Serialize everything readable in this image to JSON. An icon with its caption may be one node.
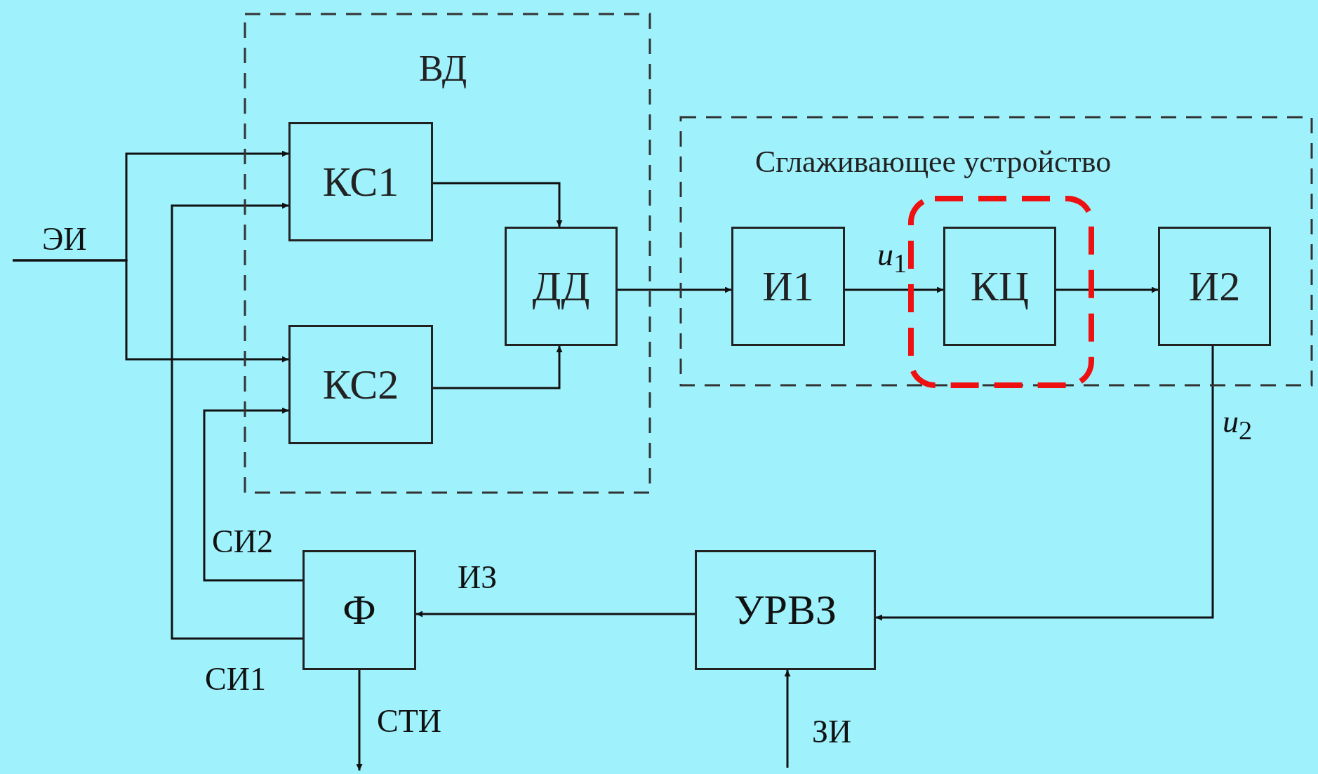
{
  "diagram": {
    "nodes": [
      {
        "text": [
          "ВД"
        ]
      },
      {
        "text": [
          "КС1"
        ],
        "in": 0
      },
      {
        "text": [
          "КС2"
        ],
        "in": 0
      },
      {
        "text": [
          "ДД"
        ],
        "in": 0
      },
      {
        "text": [
          "Сглаживающее устройство"
        ]
      },
      {
        "text": [
          "И1"
        ],
        "in": 4
      },
      {
        "text": [
          "КЦ"
        ],
        "in": 4
      },
      {
        "text": [
          "И2"
        ],
        "in": 4
      },
      {
        "text": [
          "Ф"
        ]
      },
      {
        "text": [
          "УРВЗ"
        ]
      }
    ],
    "edges": [
      {
        "from": null,
        "to": 1,
        "arrow": "to",
        "label": "ЭИ"
      },
      {
        "from": null,
        "to": 2,
        "arrow": "to"
      },
      {
        "from": 8,
        "to": 1,
        "arrow": "to",
        "label": "СИ1"
      },
      {
        "from": 8,
        "to": 2,
        "arrow": "to",
        "label": "СИ2"
      },
      {
        "from": 1,
        "to": 3,
        "arrow": "to"
      },
      {
        "from": 2,
        "to": 3,
        "arrow": "to"
      },
      {
        "from": 3,
        "to": 5,
        "arrow": "to"
      },
      {
        "from": 5,
        "to": 6,
        "arrow": "to",
        "label": "*u*$_{1}$"
      },
      {
        "from": 6,
        "to": 7,
        "arrow": "to"
      },
      {
        "from": 7,
        "to": 9,
        "arrow": "to",
        "label": "*u*$_{2}$"
      },
      {
        "from": 9,
        "to": 8,
        "arrow": "to",
        "label": "ИЗ"
      },
      {
        "from": null,
        "to": 9,
        "arrow": "to",
        "label": "ЗИ"
      },
      {
        "from": 8,
        "to": null,
        "arrow": "to",
        "label": "СТИ"
      }
    ]
  }
}
